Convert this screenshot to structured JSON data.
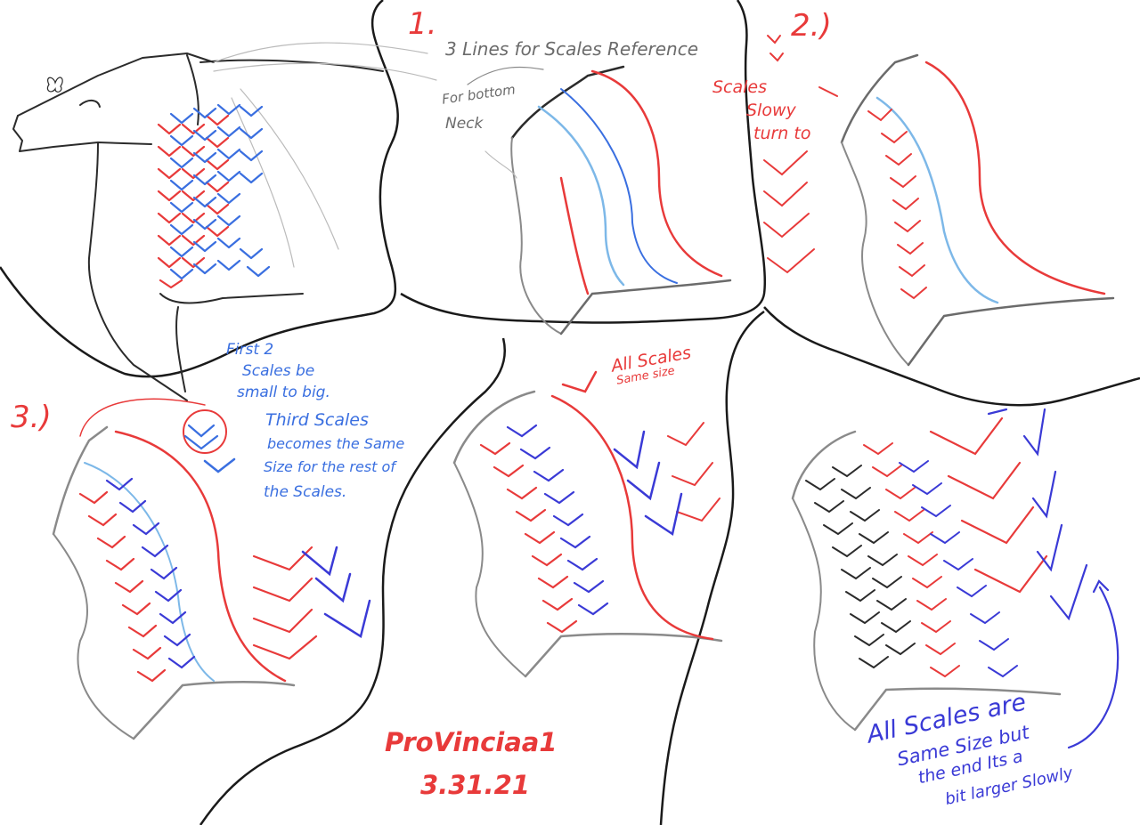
{
  "colors": {
    "panel_border": "#1a1a1a",
    "sketch_gray": "#8a8a8a",
    "sketch_dark": "#2b2b2b",
    "red": "#e83a3a",
    "light_blue": "#7db8e8",
    "blue": "#3a6fe0",
    "navy": "#3a3ad6"
  },
  "steps": {
    "step1": "1.",
    "step2": "2.)",
    "step3": "3.)"
  },
  "notes": {
    "lines_reference": "3 Lines for Scales Reference",
    "bottom_neck_1": "For bottom",
    "bottom_neck_2": "Neck",
    "scales_turn_1": "Scales",
    "scales_turn_2": "Slowy",
    "scales_turn_3": "turn to",
    "first_two_1": "First 2",
    "first_two_2": "Scales be",
    "first_two_3": "small to big.",
    "third_1": "Third Scales",
    "third_2": "becomes the Same",
    "third_3": "Size for the rest of",
    "third_4": "the Scales.",
    "all_same_1": "All Scales",
    "all_same_2": "Same size",
    "end_1": "All Scales are",
    "end_2": "Same Size but",
    "end_3": "the end Its a",
    "end_4": "bit larger Slowly"
  },
  "signature": {
    "name": "ProVinciaa1",
    "date": "3.31.21"
  }
}
